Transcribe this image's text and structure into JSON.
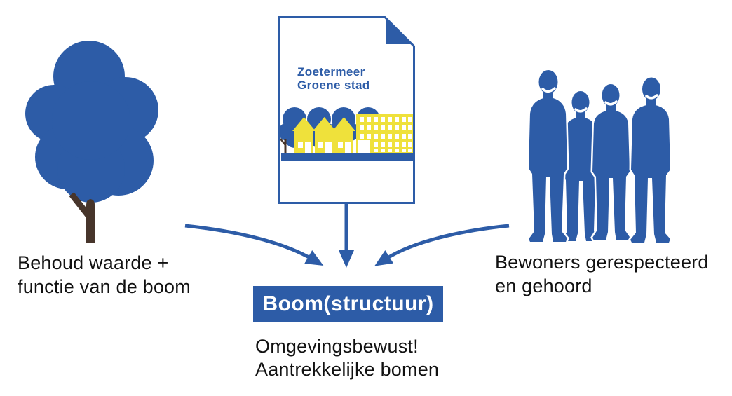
{
  "colors": {
    "primary_blue": "#2D5CA7",
    "trunk_brown": "#47352B",
    "accent_yellow": "#EFE13B",
    "text_black": "#111111",
    "white": "#FFFFFF"
  },
  "document_card": {
    "title_line1": "Zoetermeer",
    "title_line2": "Groene stad"
  },
  "labels": {
    "left_line1": "Behoud waarde +",
    "left_line2": "functie van de boom",
    "right_line1": "Bewoners gerespecteerd",
    "right_line2": "en gehoord",
    "center_box": "Boom(structuur)",
    "bottom_line1": "Omgevingsbewust!",
    "bottom_line2": "Aantrekkelijke bomen"
  },
  "icons": [
    "tree-icon",
    "policy-document-icon",
    "city-illustration-icon",
    "residents-group-icon",
    "arrow-left-icon",
    "arrow-center-icon",
    "arrow-right-icon"
  ]
}
